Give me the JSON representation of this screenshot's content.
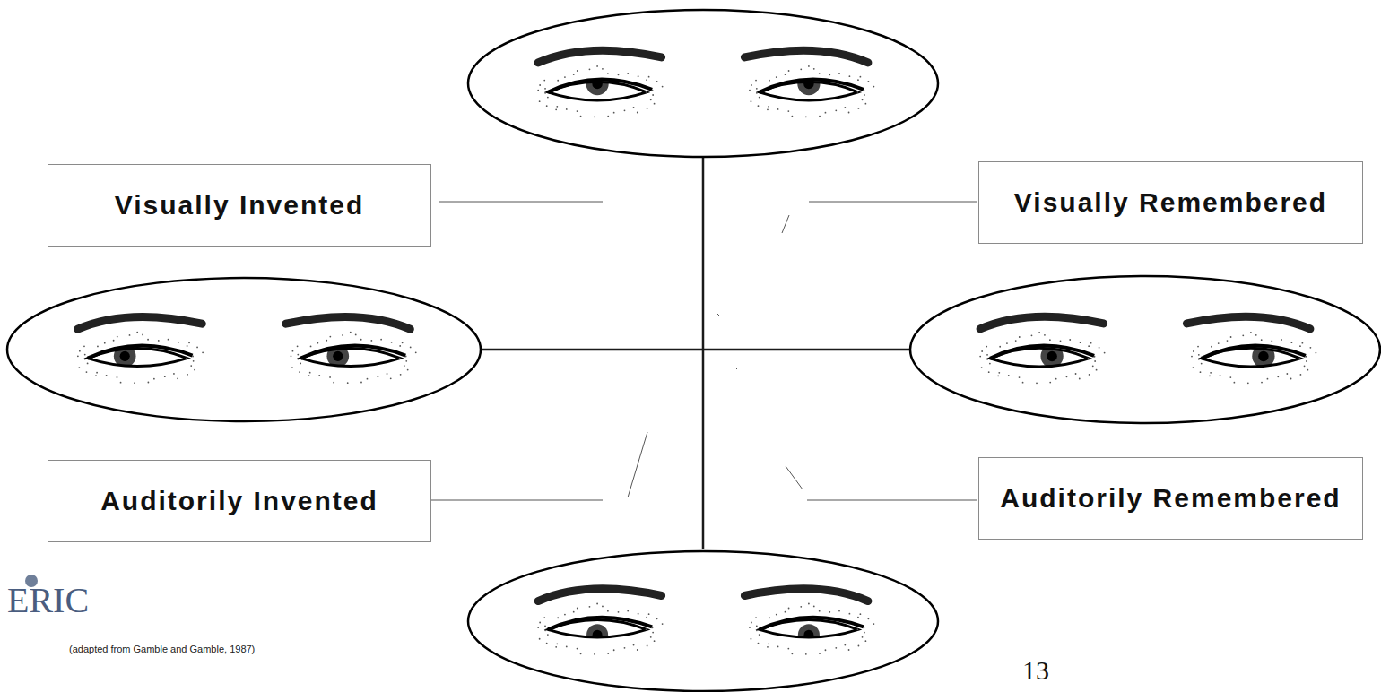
{
  "diagram": {
    "nodes": [
      {
        "text": [
          "Visually Invented"
        ]
      },
      {
        "text": [
          "Visually Remembered"
        ]
      },
      {
        "text": [
          "Auditorily Invented"
        ]
      },
      {
        "text": [
          "Auditorily Remembered"
        ]
      }
    ],
    "labels": [
      "ERIC",
      "(adapted from Gamble and Gamble, 1987)",
      "13"
    ]
  }
}
